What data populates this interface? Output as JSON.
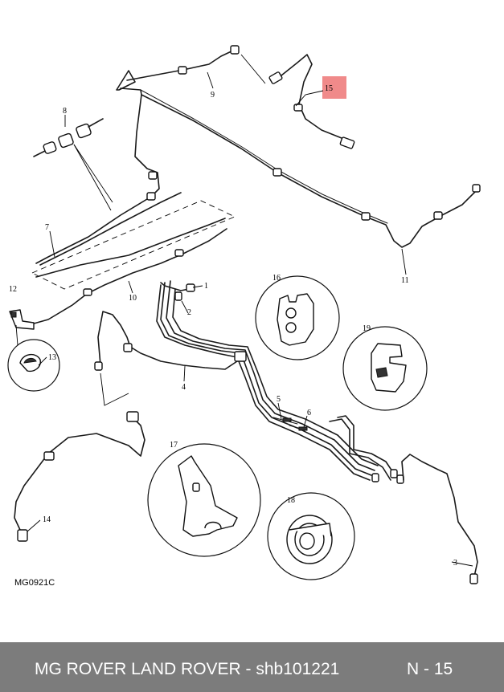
{
  "diagram": {
    "drawing_code": "MG0921C",
    "highlight_color": "#f08a8a",
    "callouts": [
      {
        "id": "c1",
        "label": "1"
      },
      {
        "id": "c2",
        "label": "2"
      },
      {
        "id": "c3",
        "label": "3"
      },
      {
        "id": "c4",
        "label": "4"
      },
      {
        "id": "c5",
        "label": "5"
      },
      {
        "id": "c6",
        "label": "6"
      },
      {
        "id": "c7",
        "label": "7"
      },
      {
        "id": "c8",
        "label": "8"
      },
      {
        "id": "c9",
        "label": "9"
      },
      {
        "id": "c10",
        "label": "10"
      },
      {
        "id": "c11",
        "label": "11"
      },
      {
        "id": "c12",
        "label": "12"
      },
      {
        "id": "c13",
        "label": "13"
      },
      {
        "id": "c14",
        "label": "14"
      },
      {
        "id": "c15",
        "label": "15",
        "highlighted": true
      },
      {
        "id": "c16",
        "label": "16"
      },
      {
        "id": "c17",
        "label": "17"
      },
      {
        "id": "c18",
        "label": "18"
      },
      {
        "id": "c19",
        "label": "19"
      }
    ]
  },
  "footer": {
    "source": "MG ROVER LAND ROVER - shb101221",
    "code": "N - 15",
    "background": "#7c7c7c"
  }
}
